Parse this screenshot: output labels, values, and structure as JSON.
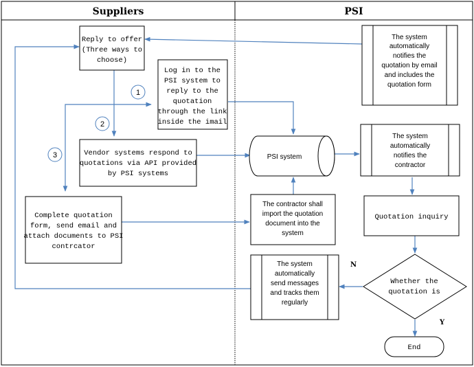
{
  "lanes": {
    "left_title": "Suppliers",
    "right_title": "PSI"
  },
  "nodes": {
    "reply_offer": [
      "Reply to offer",
      "(Three ways to",
      "choose)"
    ],
    "login_psi": [
      "Log in to the",
      "PSI system to",
      "reply to the",
      "quotation",
      "through the link",
      "inside the imail"
    ],
    "vendor_api": [
      "Vendor systems respond to",
      "quotations via API provided",
      "by PSI systems"
    ],
    "complete_form": [
      "Complete quotation",
      "form, send email and",
      "attach documents to PSI",
      "contrcator"
    ],
    "notify_email": [
      "The system",
      "automatically",
      "notifies the",
      "quotation by email",
      "and includes the",
      "quotation form"
    ],
    "psi_system": [
      "PSI system"
    ],
    "notify_contractor": [
      "The system",
      "automatically",
      "notifies the",
      "contractor"
    ],
    "contractor_import": [
      "The contractor shall",
      "import the quotation",
      "document  into the",
      "system"
    ],
    "quotation_inquiry": [
      "Quotation inquiry"
    ],
    "send_messages": [
      "The system",
      "automatically",
      "send messages",
      "and tracks them",
      "regularly"
    ],
    "decision": [
      "Whether the",
      "quotation is"
    ],
    "end": [
      "End"
    ]
  },
  "markers": {
    "one": "1",
    "two": "2",
    "three": "3",
    "no": "N",
    "yes": "Y"
  },
  "colors": {
    "arrow": "#4f81bd",
    "border": "#000000"
  }
}
